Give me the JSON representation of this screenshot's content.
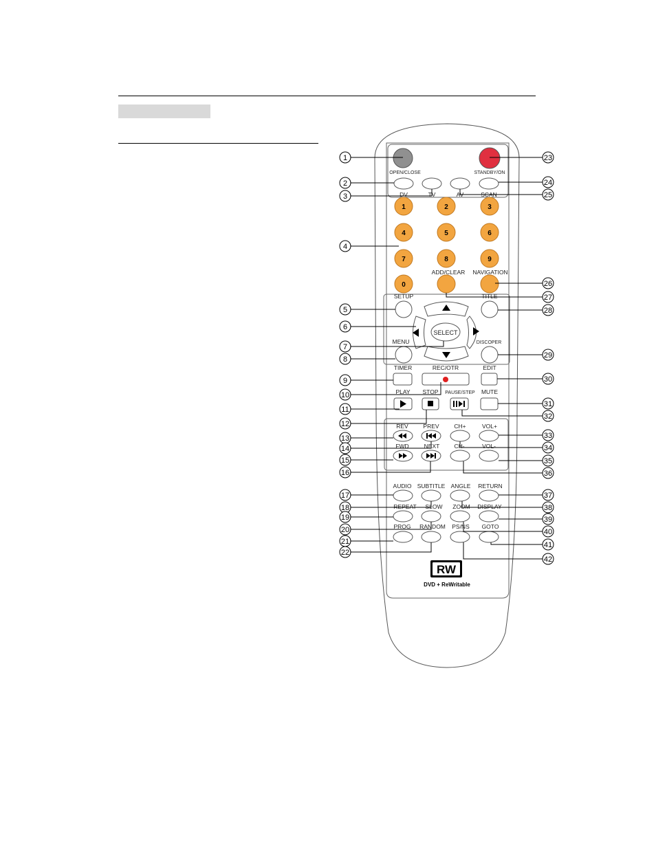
{
  "colors": {
    "orange_button": "#f2a540",
    "red_button": "#e03040",
    "gray_button": "#909090",
    "rec_dot": "#e02020",
    "outline": "#555555"
  },
  "callouts": {
    "c1": "1",
    "c2": "2",
    "c3": "3",
    "c4": "4",
    "c5": "5",
    "c6": "6",
    "c7": "7",
    "c8": "8",
    "c9": "9",
    "c10": "10",
    "c11": "11",
    "c12": "12",
    "c13": "13",
    "c14": "14",
    "c15": "15",
    "c16": "16",
    "c17": "17",
    "c18": "18",
    "c19": "19",
    "c20": "20",
    "c21": "21",
    "c22": "22",
    "c23": "23",
    "c24": "24",
    "c25": "25",
    "c26": "26",
    "c27": "27",
    "c28": "28",
    "c29": "29",
    "c30": "30",
    "c31": "31",
    "c32": "32",
    "c33": "33",
    "c34": "34",
    "c35": "35",
    "c36": "36",
    "c37": "37",
    "c38": "38",
    "c39": "39",
    "c40": "40",
    "c41": "41",
    "c42": "42"
  },
  "labels": {
    "open_close": "OPEN/CLOSE",
    "standby_on": "STANDBY/ON",
    "dv": "DV",
    "tv": "TV",
    "av": "AV",
    "scan": "SCAN",
    "add_clear": "ADD/CLEAR",
    "navigation": "NAVIGATION",
    "setup": "SETUP",
    "title": "TITLE",
    "select": "SELECT",
    "menu": "MENU",
    "discoper": "DISCOPER",
    "timer": "TIMER",
    "rec_otr": "REC/OTR",
    "edit": "EDIT",
    "play": "PLAY",
    "stop": "STOP",
    "pause_step": "PAUSE/STEP",
    "mute": "MUTE",
    "rev": "REV",
    "prev": "PREV",
    "ch_plus": "CH+",
    "vol_plus": "VOL+",
    "fwd": "FWD",
    "next": "NEXT",
    "ch_minus": "CH-",
    "vol_minus": "VOL-",
    "audio": "AUDIO",
    "subtitle": "SUBTITLE",
    "angle": "ANGLE",
    "return": "RETURN",
    "repeat": "REPEAT",
    "slow": "SLOW",
    "zoom": "ZOOM",
    "display": "DISPLAY",
    "prog": "PROG",
    "random": "RANDOM",
    "ps_ns": "PS/NS",
    "goto": "GOTO"
  },
  "digits": {
    "d1": "1",
    "d2": "2",
    "d3": "3",
    "d4": "4",
    "d5": "5",
    "d6": "6",
    "d7": "7",
    "d8": "8",
    "d9": "9",
    "d0": "0"
  },
  "logo": {
    "mark": "RW",
    "caption": "DVD + ReWritable"
  }
}
